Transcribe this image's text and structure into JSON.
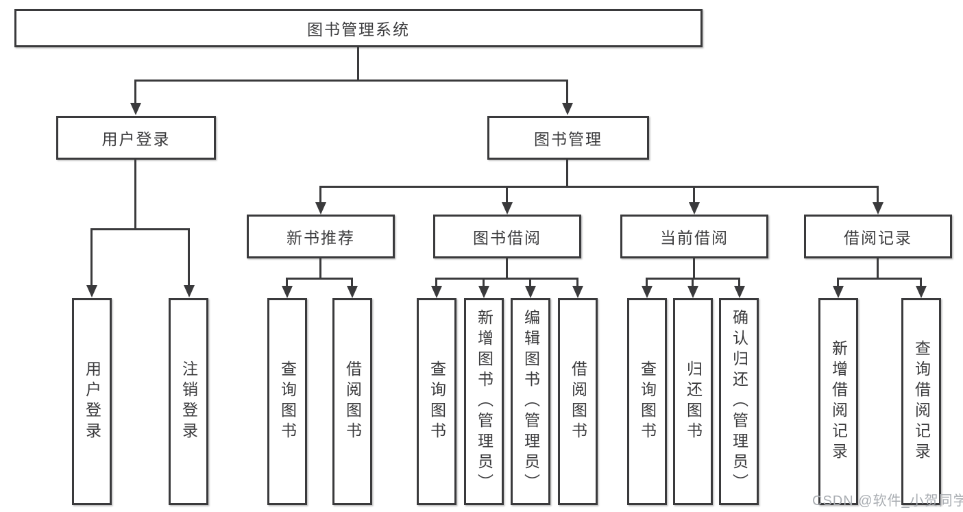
{
  "diagram": {
    "root": {
      "label": "图书管理系统"
    },
    "branches": [
      {
        "label": "用户登录",
        "children": [
          {
            "label": "用户登录"
          },
          {
            "label": "注销登录"
          }
        ]
      },
      {
        "label": "图书管理",
        "children": [
          {
            "label": "新书推荐",
            "children": [
              {
                "label": "查询图书"
              },
              {
                "label": "借阅图书"
              }
            ]
          },
          {
            "label": "图书借阅",
            "children": [
              {
                "label": "查询图书"
              },
              {
                "label": "新增图书（管理员）"
              },
              {
                "label": "编辑图书（管理员）"
              },
              {
                "label": "借阅图书"
              }
            ]
          },
          {
            "label": "当前借阅",
            "children": [
              {
                "label": "查询图书"
              },
              {
                "label": "归还图书"
              },
              {
                "label": "确认归还（管理员）"
              }
            ]
          },
          {
            "label": "借阅记录",
            "children": [
              {
                "label": "新增借阅记录"
              },
              {
                "label": "查询借阅记录"
              }
            ]
          }
        ]
      }
    ]
  },
  "watermark": {
    "text": "CSDN @软件_小贺同学"
  },
  "colors": {
    "line": "#3a3a3c",
    "text": "#3b3b3d",
    "background": "#ffffff",
    "watermark": "#a9adb2"
  }
}
